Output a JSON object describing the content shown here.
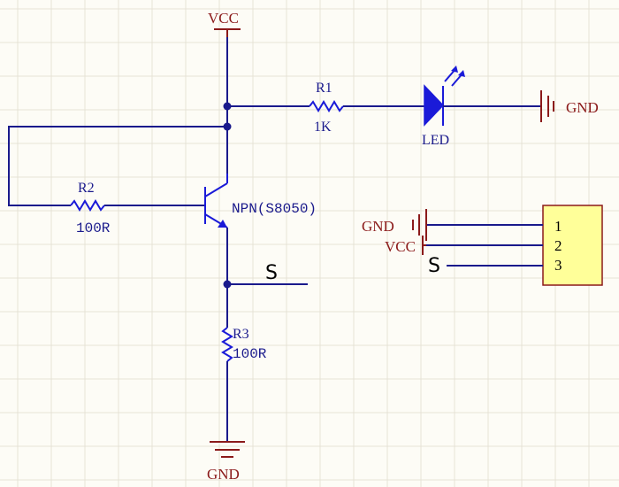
{
  "power": {
    "vcc_top": "VCC",
    "gnd_right": "GND",
    "gnd_bottom": "GND"
  },
  "components": {
    "r1": {
      "ref": "R1",
      "value": "1K"
    },
    "r2": {
      "ref": "R2",
      "value": "100R"
    },
    "r3": {
      "ref": "R3",
      "value": "100R"
    },
    "led": {
      "ref": "LED"
    },
    "q1": {
      "part": "NPN(S8050)"
    }
  },
  "net_labels": {
    "signal": "S"
  },
  "connector": {
    "gnd_label": "GND",
    "vcc_label": "VCC",
    "s_label": "S",
    "pins": [
      "1",
      "2",
      "3"
    ]
  },
  "colors": {
    "background": "#fdfcf6",
    "grid": "#e6e3d6",
    "wire": "#1a1a8c",
    "power": "#8b1a1a",
    "component": "#1a1ad8",
    "connector_fill": "#ffff99"
  }
}
